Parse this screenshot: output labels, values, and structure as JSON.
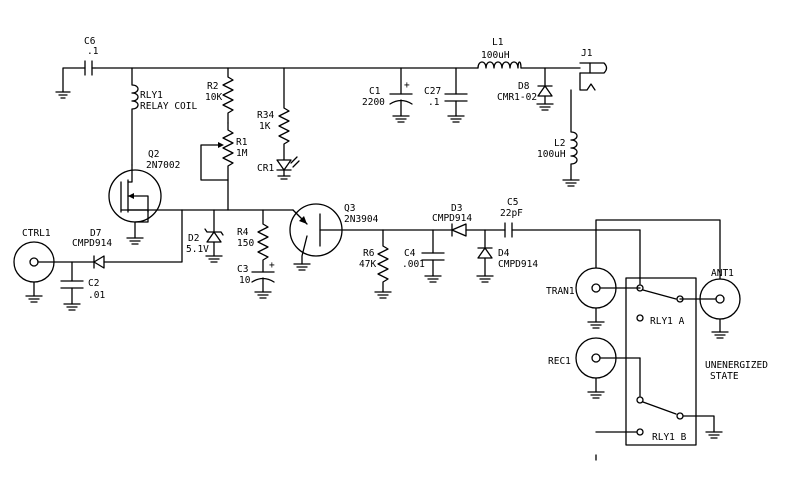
{
  "labels": {
    "c6_ref": "C6",
    "c6_val": ".1",
    "rly1_ref": "RLY1",
    "rly1_val": "RELAY COIL",
    "q2_ref": "Q2",
    "q2_val": "2N7002",
    "r2_ref": "R2",
    "r2_val": "10K",
    "r1_ref": "R1",
    "r1_val": "1M",
    "r34_ref": "R34",
    "r34_val": "1K",
    "cr1_ref": "CR1",
    "c1_ref": "C1",
    "c1_val": "2200",
    "c27_ref": "C27",
    "c27_val": ".1",
    "l1_ref": "L1",
    "l1_val": "100uH",
    "j1_ref": "J1",
    "d8_ref": "D8",
    "d8_val": "CMR1-02",
    "l2_ref": "L2",
    "l2_val": "100uH",
    "ctrl1_ref": "CTRL1",
    "d7_ref": "D7",
    "d7_val": "CMPD914",
    "c2_ref": "C2",
    "c2_val": ".01",
    "d2_ref": "D2",
    "d2_val": "5.1V",
    "r4_ref": "R4",
    "r4_val": "150",
    "c3_ref": "C3",
    "c3_val": "10",
    "q3_ref": "Q3",
    "q3_val": "2N3904",
    "r6_ref": "R6",
    "r6_val": "47K",
    "c4_ref": "C4",
    "c4_val": ".001",
    "d3_ref": "D3",
    "d3_val": "CMPD914",
    "d4_ref": "D4",
    "d4_val": "CMPD914",
    "c5_ref": "C5",
    "c5_val": "22pF",
    "tran1_ref": "TRAN1",
    "rec1_ref": "REC1",
    "ant1_ref": "ANT1",
    "rly1a_ref": "RLY1 A",
    "rly1b_ref": "RLY1 B",
    "state_line1": "UNENERGIZED",
    "state_line2": "STATE",
    "plus": "+"
  }
}
